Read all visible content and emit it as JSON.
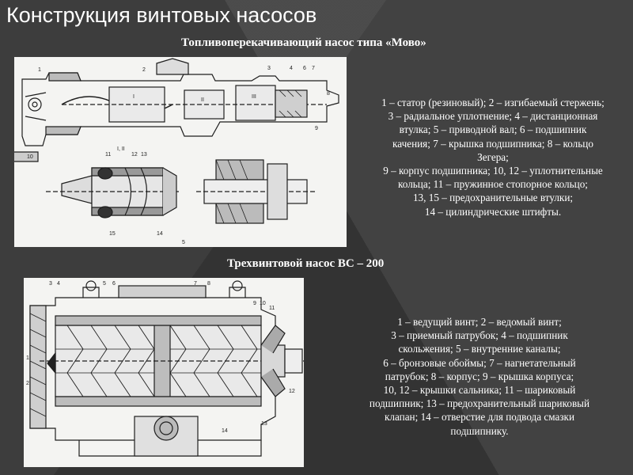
{
  "title": "Конструкция винтовых насосов",
  "section1": {
    "subtitle": "Топливоперекачивающий насос типа «Мово»",
    "legend": [
      "1 – статор (резиновый); 2 – изгибаемый стержень;",
      "3 – радиальное уплотнение; 4 – дистанционная",
      "втулка; 5 – приводной вал; 6 – подшипник",
      "качения; 7 – крышка подшипника; 8 – кольцо",
      "Зегера;",
      "9 – корпус подшипника; 10, 12 – уплотнительные",
      "кольца; 11 – пружинное стопорное кольцо;",
      "13, 15 – предохранительные втулки;",
      "14 – цилиндрические штифты."
    ],
    "drawing_labels": [
      "1",
      "2",
      "3",
      "4",
      "5",
      "6",
      "7",
      "8",
      "9",
      "10",
      "I",
      "II",
      "III",
      "11",
      "I, II",
      "12",
      "13",
      "14",
      "15"
    ]
  },
  "section2": {
    "subtitle": "Трехвинтовой насос ВС – 200",
    "legend": [
      "1 – ведущий винт; 2 – ведомый винт;",
      "3 – приемный патрубок; 4 – подшипник",
      "скольжения; 5 – внутренние каналы;",
      "6 – бронзовые обоймы; 7 – нагнетательный",
      "патрубок; 8 – корпус; 9 – крышка корпуса;",
      "10, 12 – крышки сальника; 11 – шариковый",
      "подшипник; 13 – предохранительный шариковый",
      "клапан; 14 – отверстие для подвода смазки",
      "подшипнику."
    ],
    "drawing_labels": [
      "3",
      "4",
      "5",
      "6",
      "7",
      "8",
      "9",
      "10",
      "11",
      "12",
      "13",
      "14",
      "1",
      "2"
    ]
  },
  "colors": {
    "background": "#3a3a3a",
    "text": "#ffffff",
    "figure_bg": "#f4f4f2",
    "ink": "#1e1e1e"
  }
}
